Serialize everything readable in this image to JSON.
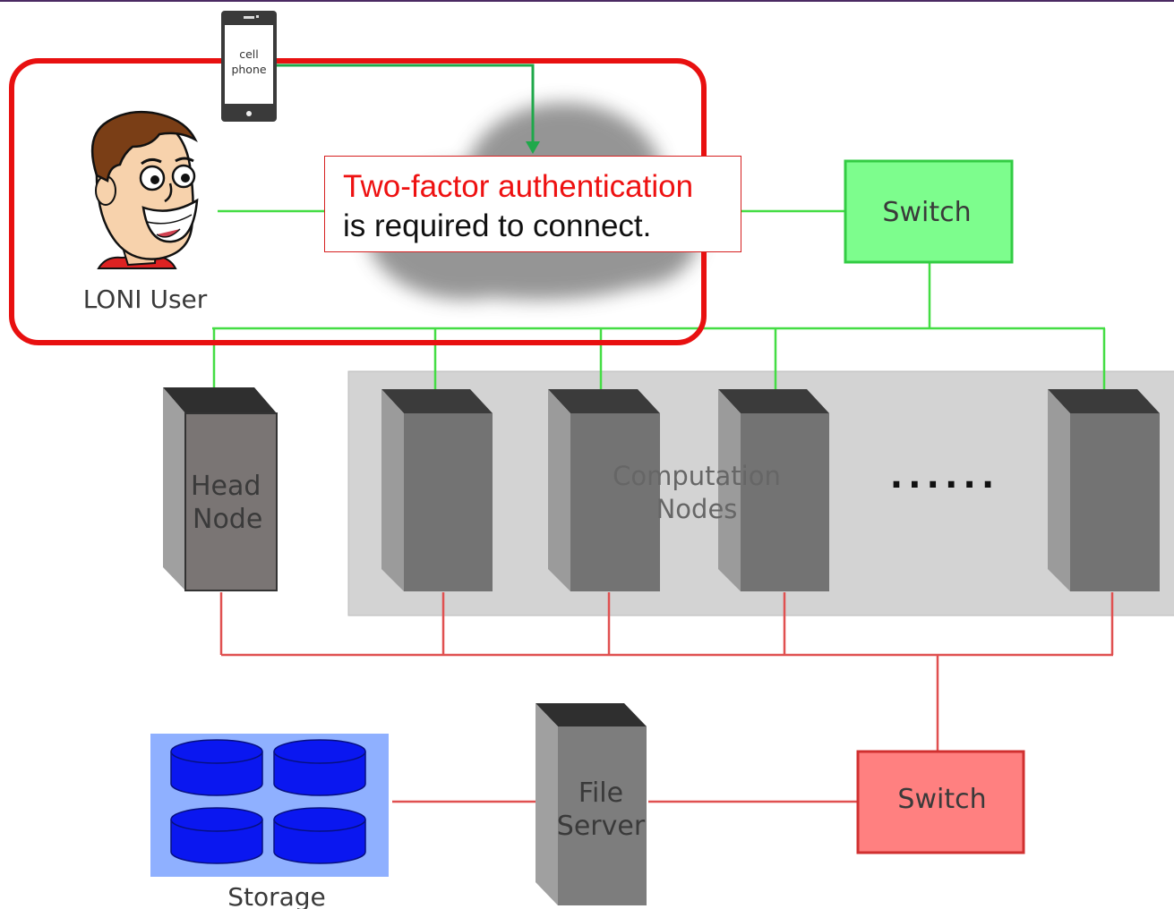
{
  "phone": {
    "line1": "cell",
    "line2": "phone"
  },
  "auth_box": {
    "line1": "Two-factor authentication",
    "line2": "is required to connect."
  },
  "user": {
    "label": "LONI User"
  },
  "top_switch": {
    "label": "Switch"
  },
  "head_node": {
    "line1": "Head",
    "line2": "Node"
  },
  "computation_nodes": {
    "line1": "Computation",
    "line2": "Nodes",
    "ellipsis": "......"
  },
  "storage": {
    "label": "Storage"
  },
  "file_server": {
    "line1": "File",
    "line2": "Server"
  },
  "bottom_switch": {
    "label": "Switch"
  },
  "colors": {
    "frame_red": "#e81010",
    "green_line": "#44dd44",
    "green_switch": "#7dfd8d",
    "red_line": "#e05050",
    "red_switch": "#ff8080",
    "storage_blue": "#8fb0ff",
    "disk_blue": "#0a17f0"
  }
}
